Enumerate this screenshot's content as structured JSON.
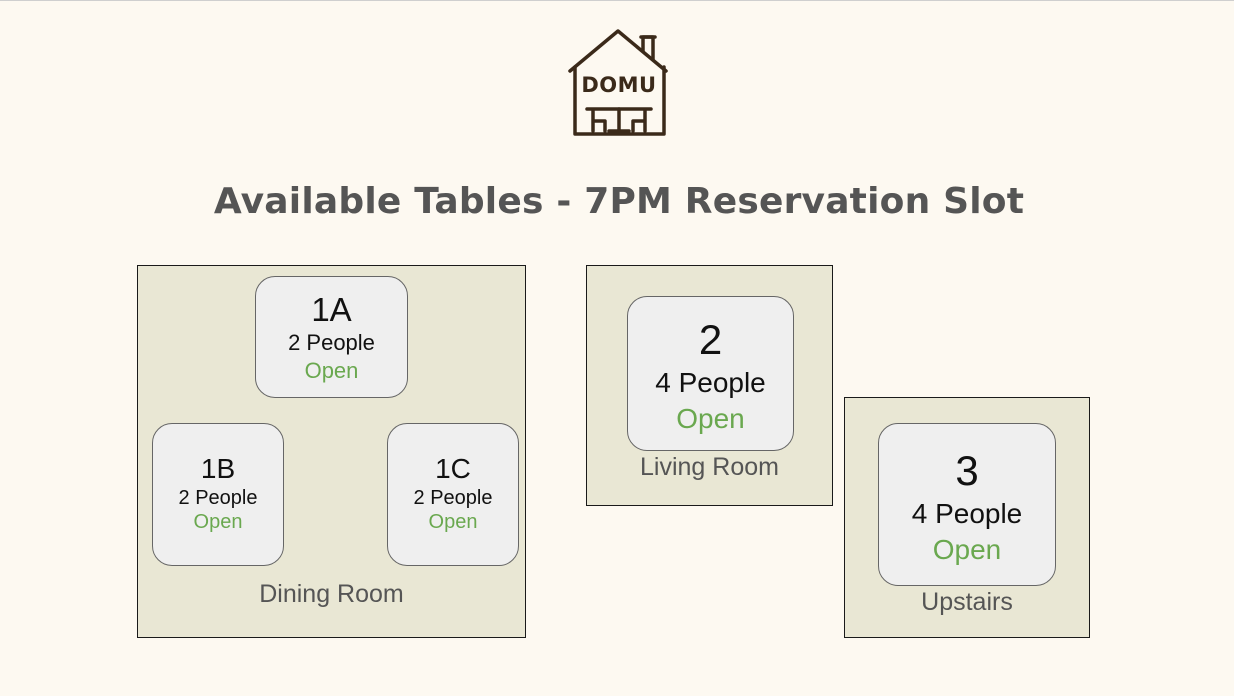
{
  "brand": {
    "logo_text": "DOMU",
    "logo_icon": "house-with-table-icon",
    "logo_color": "#3b2a1a"
  },
  "page": {
    "title": "Available Tables - 7PM Reservation Slot"
  },
  "colors": {
    "background": "#fdf9f1",
    "room_fill": "#e9e7d4",
    "table_fill": "#efefef",
    "status_open": "#6aa84f",
    "title_text": "#555555"
  },
  "rooms": [
    {
      "label": "Dining Room",
      "tables": [
        {
          "id": "1A",
          "capacity": "2 People",
          "status": "Open"
        },
        {
          "id": "1B",
          "capacity": "2 People",
          "status": "Open"
        },
        {
          "id": "1C",
          "capacity": "2 People",
          "status": "Open"
        }
      ]
    },
    {
      "label": "Living Room",
      "tables": [
        {
          "id": "2",
          "capacity": "4 People",
          "status": "Open"
        }
      ]
    },
    {
      "label": "Upstairs",
      "tables": [
        {
          "id": "3",
          "capacity": "4 People",
          "status": "Open"
        }
      ]
    }
  ]
}
